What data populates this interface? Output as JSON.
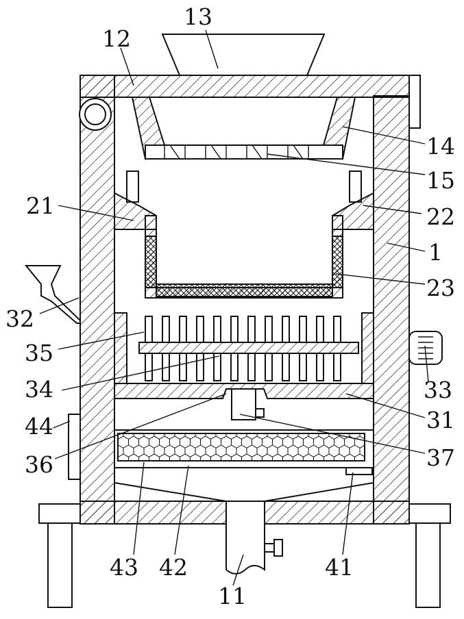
{
  "labels": {
    "l1": "1",
    "l11": "11",
    "l12": "12",
    "l13": "13",
    "l14": "14",
    "l15": "15",
    "l21": "21",
    "l22": "22",
    "l23": "23",
    "l31": "31",
    "l32": "32",
    "l33": "33",
    "l34": "34",
    "l35": "35",
    "l36": "36",
    "l37": "37",
    "l41": "41",
    "l42": "42",
    "l43": "43",
    "l44": "44"
  }
}
